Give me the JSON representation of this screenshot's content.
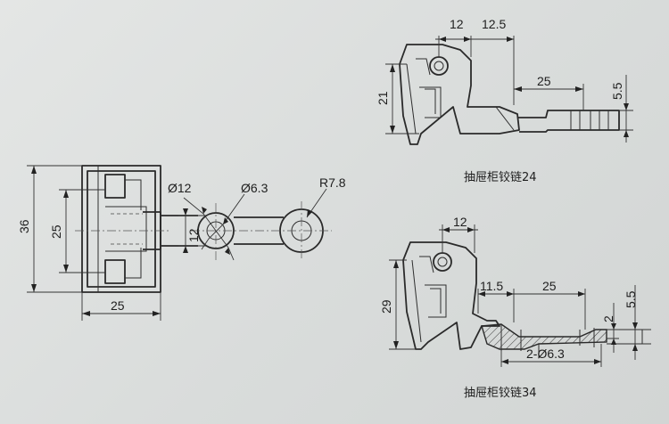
{
  "front_view": {
    "dims": {
      "d36": "36",
      "d25_inner": "25",
      "d25_width": "25",
      "d12_height": "12",
      "d_hole12": "Ø12",
      "d_hole63": "Ø6.3",
      "d_radius": "R7.8"
    }
  },
  "hinge24": {
    "caption": "抽屉柜铰链24",
    "dims": {
      "d12": "12",
      "d12_5": "12.5",
      "d21": "21",
      "d25": "25",
      "d5_5": "5.5"
    }
  },
  "hinge34": {
    "caption": "抽屉柜铰链34",
    "dims": {
      "d12": "12",
      "d29": "29",
      "d11_5": "11.5",
      "d25": "25",
      "d2": "2",
      "d5_5": "5.5",
      "d2x63": "2-Ø6.3"
    }
  },
  "colors": {
    "paper": "#dcdfde",
    "ink": "#2a2a2a"
  }
}
